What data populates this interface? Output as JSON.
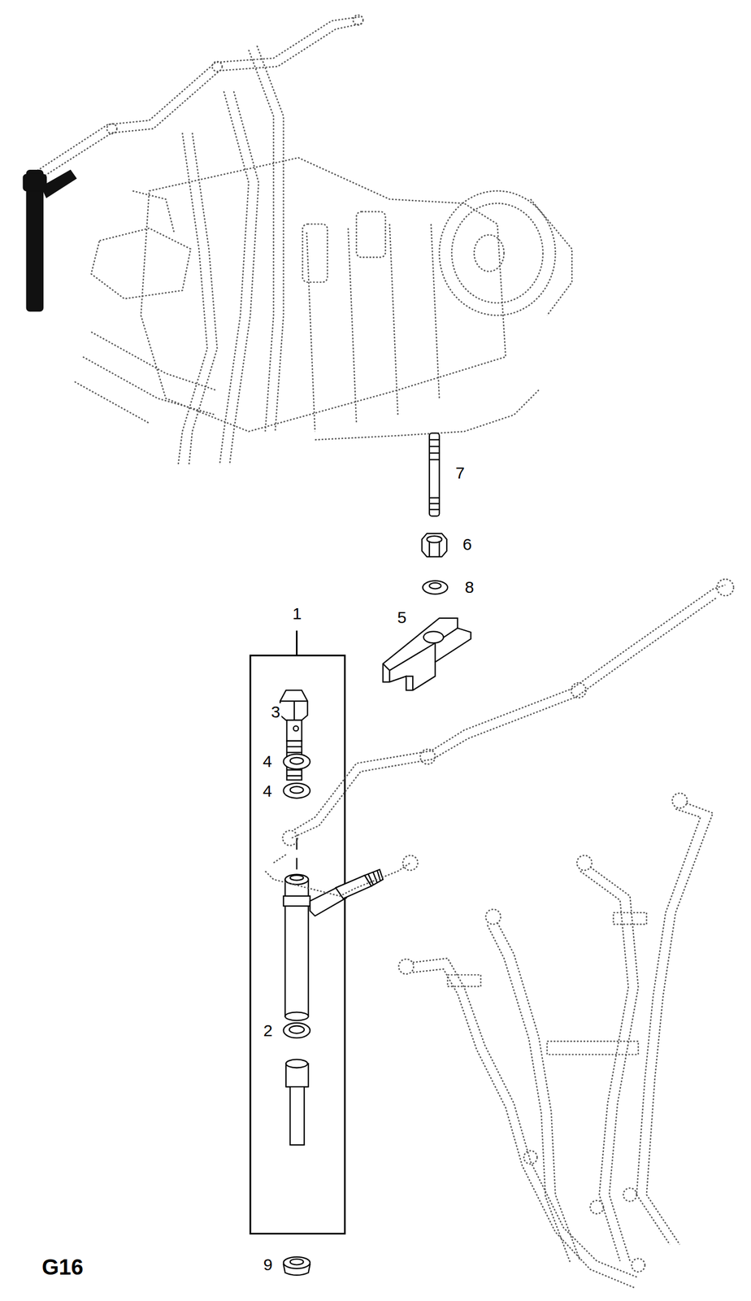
{
  "diagram": {
    "labels": [
      "7",
      "6",
      "8",
      "1",
      "5",
      "3",
      "4",
      "4",
      "2",
      "9",
      "G16"
    ]
  }
}
